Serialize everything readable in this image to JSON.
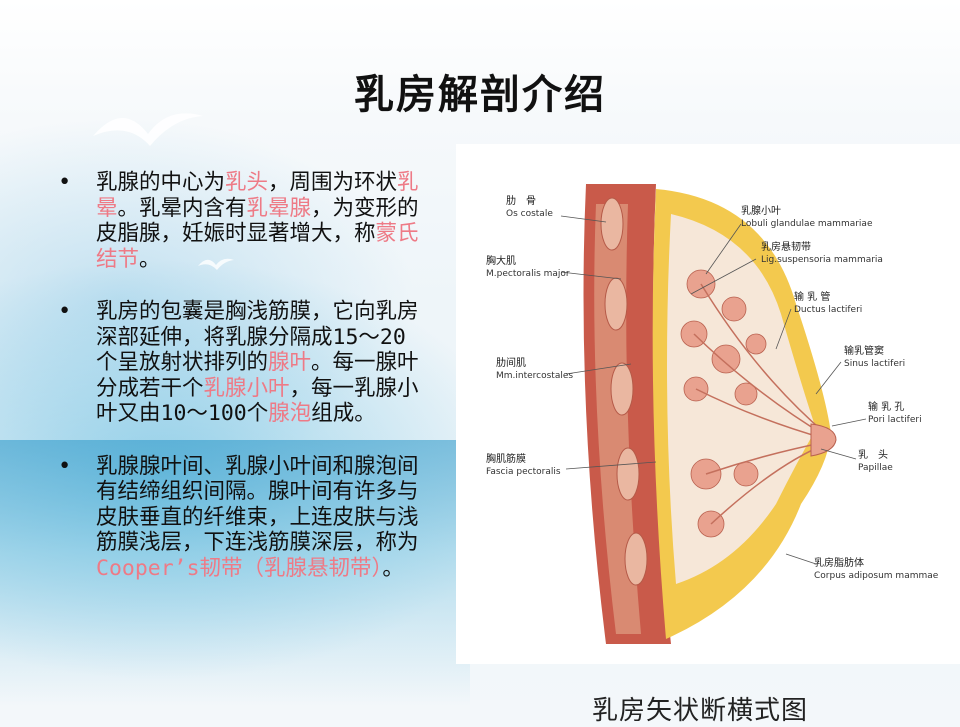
{
  "slide": {
    "title": "乳房解剖介绍",
    "bullets": [
      {
        "segments": [
          {
            "text": "乳腺的中心为",
            "hl": false
          },
          {
            "text": "乳头",
            "hl": true
          },
          {
            "text": "，周围为环状",
            "hl": false
          },
          {
            "text": "乳晕",
            "hl": true
          },
          {
            "text": "。乳晕内含有",
            "hl": false
          },
          {
            "text": "乳晕腺",
            "hl": true
          },
          {
            "text": "，为变形的皮脂腺，妊娠时显著增大，称",
            "hl": false
          },
          {
            "text": "蒙氏结节",
            "hl": true
          },
          {
            "text": "。",
            "hl": false
          }
        ]
      },
      {
        "segments": [
          {
            "text": "乳房的包囊是胸浅筋膜，它向乳房深部延伸，将乳腺分隔成15～20个呈放射状排列的",
            "hl": false
          },
          {
            "text": "腺叶",
            "hl": true
          },
          {
            "text": "。每一腺叶分成若干个",
            "hl": false
          },
          {
            "text": "乳腺小叶",
            "hl": true
          },
          {
            "text": "，每一乳腺小叶又由10～100个",
            "hl": false
          },
          {
            "text": "腺泡",
            "hl": true
          },
          {
            "text": "组成。",
            "hl": false
          }
        ]
      },
      {
        "segments": [
          {
            "text": "乳腺腺叶间、乳腺小叶间和腺泡间有结缔组织间隔。腺叶间有许多与皮肤垂直的纤维束，上连皮肤与浅筋膜浅层，下连浅筋膜深层，称为",
            "hl": false
          },
          {
            "text": "Cooper’s韧带（乳腺悬韧带）",
            "hl": true
          },
          {
            "text": "。",
            "hl": false
          }
        ]
      }
    ],
    "highlight_color": "#ee7a86"
  },
  "diagram": {
    "caption": "乳房矢状断横式图",
    "labels_left": [
      {
        "zh": "肋　骨",
        "la": "Os costale"
      },
      {
        "zh": "胸大肌",
        "la": "M.pectoralis major"
      },
      {
        "zh": "肋间肌",
        "la": "Mm.intercostales"
      },
      {
        "zh": "胸肌筋膜",
        "la": "Fascia pectoralis"
      }
    ],
    "labels_right": [
      {
        "zh": "乳腺小叶",
        "la": "Lobuli glandulae mammariae"
      },
      {
        "zh": "乳房悬韧带",
        "la": "Lig.suspensoria mammaria"
      },
      {
        "zh": "输 乳 管",
        "la": "Ductus lactiferi"
      },
      {
        "zh": "输乳管窦",
        "la": "Sinus lactiferi"
      },
      {
        "zh": "输 乳 孔",
        "la": "Pori lactiferi"
      },
      {
        "zh": "乳　头",
        "la": "Papillae"
      },
      {
        "zh": "乳房脂肪体",
        "la": "Corpus adiposum mammae"
      }
    ]
  }
}
